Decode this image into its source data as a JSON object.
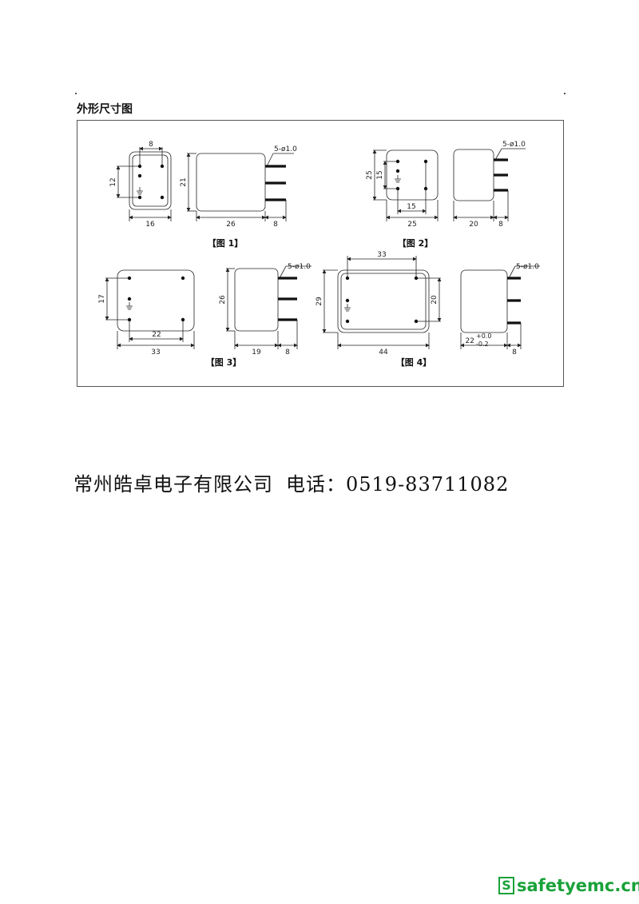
{
  "section": {
    "title": "外形尺寸图"
  },
  "figures": [
    {
      "caption": "【图 1】",
      "dims": {
        "pin_pitch": "8",
        "row_pitch": "12",
        "width": "16",
        "height": "21",
        "length": "26",
        "pin_len": "8",
        "pins": "5-ø1.0"
      }
    },
    {
      "caption": "【图 2】",
      "dims": {
        "height": "25",
        "row_pitch": "15",
        "pin_pitch": "15",
        "width": "25",
        "length": "20",
        "pin_len": "8",
        "pins": "5-ø1.0"
      }
    },
    {
      "caption": "【图 3】",
      "dims": {
        "row_pitch": "17",
        "pin_pitch": "22",
        "width": "33",
        "height": "26",
        "length": "19",
        "pin_len": "8",
        "pins": "5-ø1.0"
      }
    },
    {
      "caption": "【图 4】",
      "dims": {
        "pin_pitch": "33",
        "height": "29",
        "row_pitch": "20",
        "width": "44",
        "length": "22",
        "tol_plus": "+0.0",
        "tol_minus": "-0.2",
        "pin_len": "8",
        "pins": "5-ø1.0"
      }
    }
  ],
  "footer": {
    "company": "常州皓卓电子有限公司",
    "phone": "电话：0519-83711082"
  },
  "watermark": {
    "icon": "S",
    "text": "safetyemc.cn",
    "color": "#1aa23a"
  }
}
